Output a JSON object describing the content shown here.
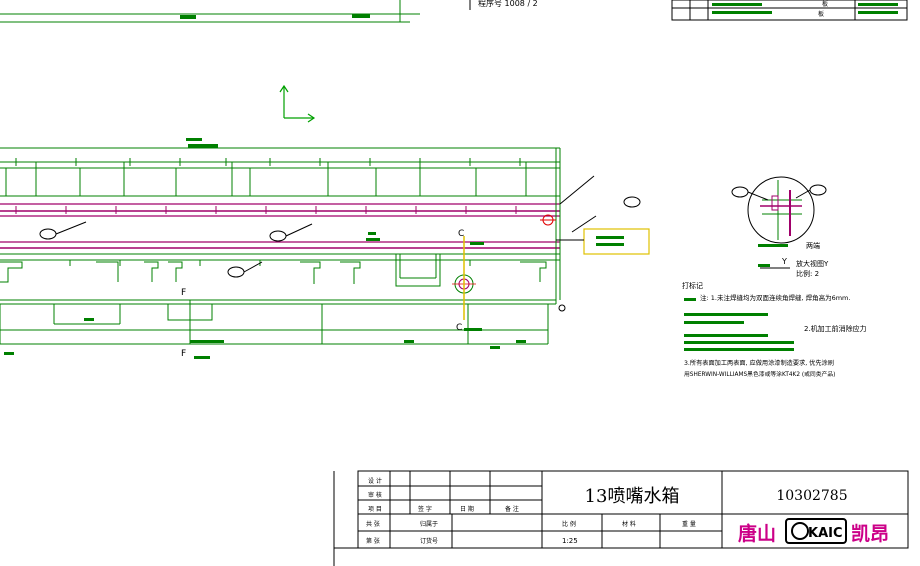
{
  "drawing": {
    "title": "13喷嘴水箱",
    "number": "10302785",
    "scale": "1:25",
    "company": {
      "city": "唐山",
      "brand": "KAIC",
      "name": "凯昂"
    },
    "tb_labels": {
      "design": "设 计",
      "check": "审 核",
      "item": "项 目",
      "sign": "签 字",
      "date": "日 期",
      "note": "备 注",
      "prepare": "共 张",
      "attached": "归属于",
      "sheet": "第 张",
      "order": "订货号",
      "scale": "比 例",
      "material": "材 料",
      "weight": "重 量"
    },
    "top_right_table": {
      "row1": "板",
      "row2": "板"
    },
    "labels": {
      "top_note": "程序号 1008 / 2",
      "section_c": "C",
      "section_f": "F",
      "zoom_tag": "两端",
      "zoom_view": "放大视图Y",
      "zoom_scale": "比例: 2",
      "y_marker": "Y"
    },
    "notes": {
      "heading": "打标记",
      "n1": "注: 1.未注焊缝均为双面连续角焊缝, 焊角高为6mm.",
      "n2": "2.机加工前消除应力",
      "n3": "3.所有表面加工两表面, 应做用涂漆制造要求, 优先涂刷",
      "n4": "用SHERWIN-WILLIAMS黑色漆或等涂KT4K2 (或同类产品)"
    },
    "colors": {
      "green": "#008000",
      "magenta": "#a0006a",
      "yellow": "#e0c000",
      "red": "#e00000",
      "black": "#000000"
    }
  }
}
